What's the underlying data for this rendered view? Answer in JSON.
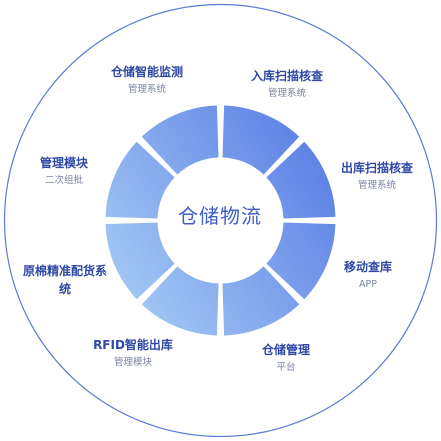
{
  "center_title": "仓储物流",
  "colors": {
    "outer_ring": "#5b7bd6",
    "seg_dark": "#4a6ee0",
    "seg_light": "#b4daf8",
    "text_main": "#2f49a6",
    "text_sub": "#7a83a3"
  },
  "segments": [
    {
      "id": "inbound",
      "main": "入库扫描核查",
      "sub": "管理系统"
    },
    {
      "id": "outbound",
      "main": "出库扫描核查",
      "sub": "管理系统"
    },
    {
      "id": "mobile",
      "main": "移动查库",
      "sub": "APP"
    },
    {
      "id": "platform",
      "main": "仓储管理",
      "sub": "平台"
    },
    {
      "id": "rfid",
      "main": "RFID智能出库",
      "sub": "管理模块"
    },
    {
      "id": "cotton",
      "main": "原棉精准配货系统",
      "sub": ""
    },
    {
      "id": "module",
      "main": "管理模块",
      "sub": "二次组批"
    },
    {
      "id": "monitor",
      "main": "仓储智能监测",
      "sub": "管理系统"
    }
  ]
}
